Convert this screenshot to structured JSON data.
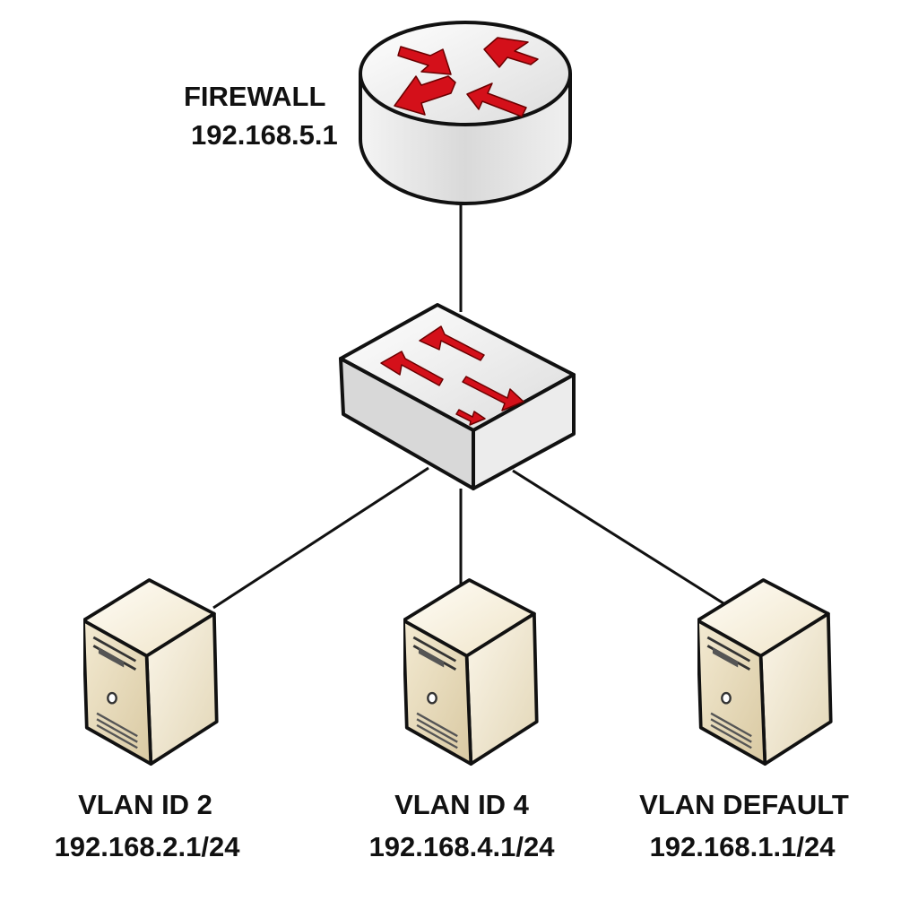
{
  "firewall": {
    "label": "FIREWALL",
    "ip": "192.168.5.1",
    "icon": "router-icon"
  },
  "switch": {
    "icon": "switch-icon"
  },
  "servers": [
    {
      "label": "VLAN ID 2",
      "ip": "192.168.2.1/24",
      "icon": "server-icon"
    },
    {
      "label": "VLAN ID 4",
      "ip": "192.168.4.1/24",
      "icon": "server-icon"
    },
    {
      "label": "VLAN DEFAULT",
      "ip": "192.168.1.1/24",
      "icon": "server-icon"
    }
  ],
  "colors": {
    "arrow": "#d4101a",
    "line": "#111111",
    "device_gray": "#e4e4e4",
    "server_beige": "#efe4c8"
  }
}
